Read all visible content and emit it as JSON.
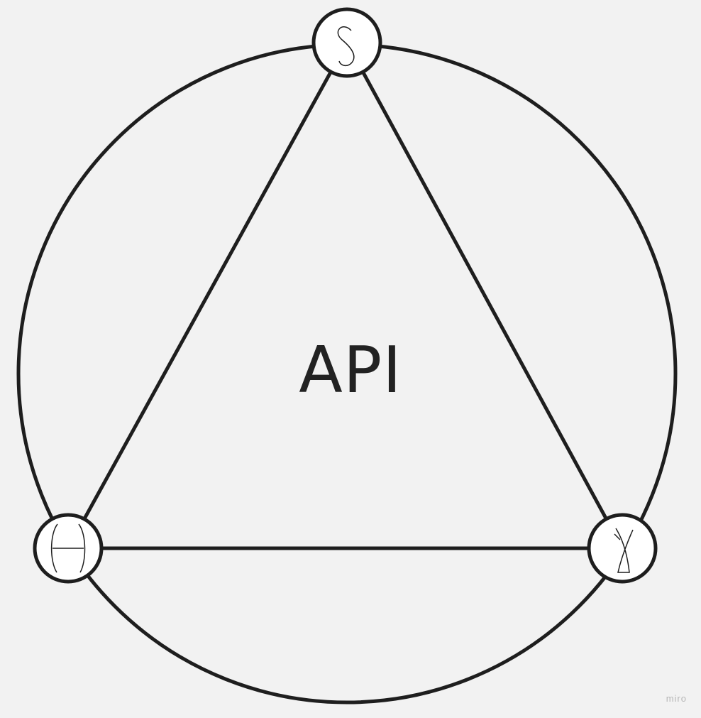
{
  "diagram": {
    "center_label": "API",
    "nodes": [
      {
        "id": "top",
        "glyph": "tilde-s-glyph-icon"
      },
      {
        "id": "left",
        "glyph": "h-glyph-icon"
      },
      {
        "id": "right",
        "glyph": "y-glyph-icon"
      }
    ]
  },
  "watermark": "miro",
  "colors": {
    "background": "#f2f2f2",
    "stroke": "#1e1e1e",
    "node_fill": "#ffffff",
    "label": "#222222",
    "watermark": "#b7b7b7"
  }
}
